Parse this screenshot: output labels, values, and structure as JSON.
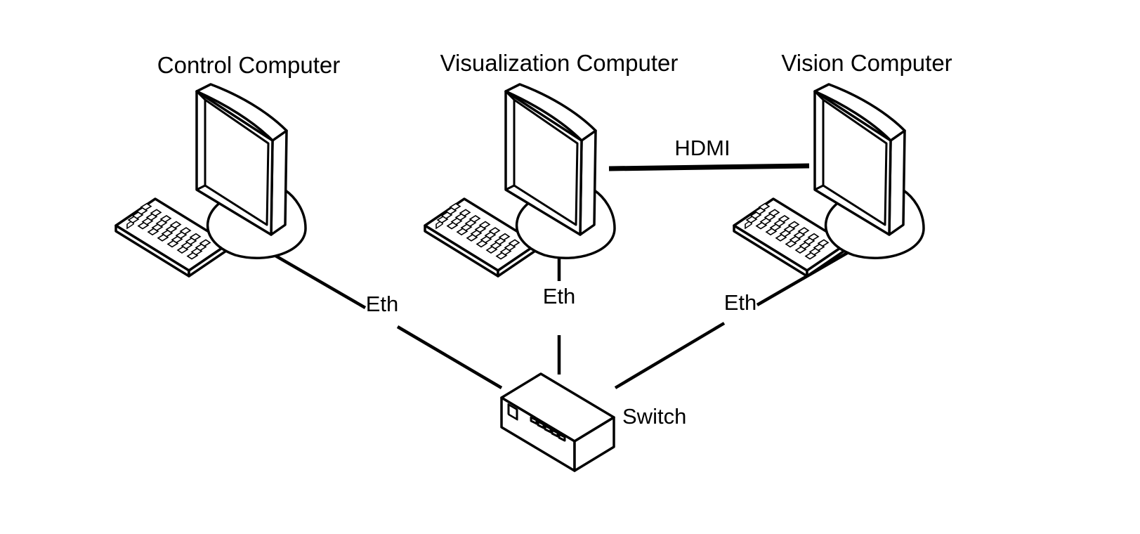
{
  "nodes": {
    "control": {
      "title": "Control Computer",
      "link": "Eth"
    },
    "visualization": {
      "title": "Visualization Computer",
      "link": "Eth"
    },
    "vision": {
      "title": "Vision Computer",
      "link": "Eth"
    },
    "switch": {
      "title": "Switch"
    }
  },
  "links": {
    "hdmi": {
      "label": "HDMI"
    }
  },
  "colors": {
    "stroke": "#000000",
    "background": "#ffffff"
  }
}
